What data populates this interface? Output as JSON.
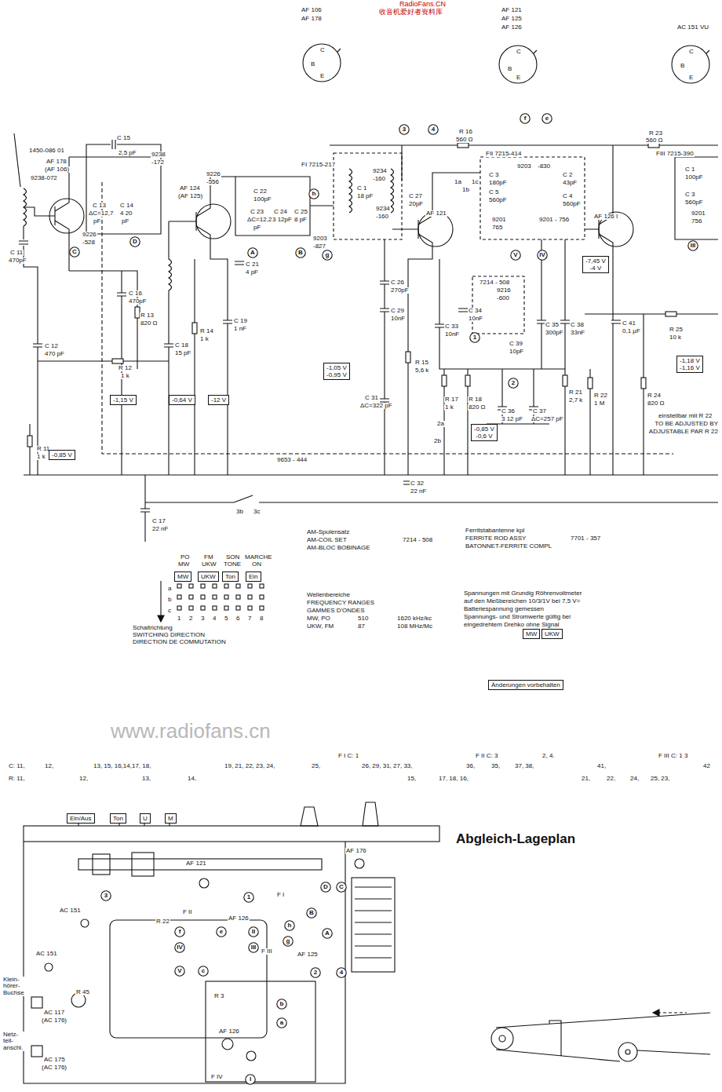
{
  "diagram": {
    "nodes": [
      {
        "text": [
          "C"
        ]
      },
      {
        "text": [
          "D"
        ]
      },
      {
        "text": [
          "A"
        ]
      },
      {
        "text": [
          "B"
        ]
      },
      {
        "text": [
          "h"
        ]
      },
      {
        "text": [
          "g"
        ]
      },
      {
        "text": [
          "3"
        ]
      },
      {
        "text": [
          "4"
        ]
      },
      {
        "text": [
          "f"
        ]
      },
      {
        "text": [
          "e"
        ]
      },
      {
        "text": [
          "V"
        ]
      },
      {
        "text": [
          "IV"
        ]
      },
      {
        "text": [
          "1"
        ]
      },
      {
        "text": [
          "2"
        ]
      },
      {
        "text": [
          "III"
        ]
      },
      {
        "text": [
          "-1,15 V"
        ]
      },
      {
        "text": [
          "-0,64 V"
        ]
      },
      {
        "text": [
          "-12 V"
        ]
      },
      {
        "text": [
          "-0,85 V"
        ]
      },
      {
        "text": [
          "-1,05 V",
          "-0,95 V"
        ]
      },
      {
        "text": [
          "-0,85 V",
          "-0,6 V"
        ]
      },
      {
        "text": [
          "-7,45 V",
          "-4 V"
        ]
      },
      {
        "text": [
          "-1,18 V",
          "-1,16 V"
        ]
      },
      {
        "text": [
          "MW"
        ]
      },
      {
        "text": [
          "UKW"
        ]
      },
      {
        "text": [
          "Ton"
        ]
      },
      {
        "text": [
          "Ein"
        ]
      },
      {
        "text": [
          "MW"
        ]
      },
      {
        "text": [
          "UKW"
        ]
      },
      {
        "text": [
          "Änderungen vorbehalten"
        ]
      },
      {
        "text": [
          "Ein/Aus"
        ]
      },
      {
        "text": [
          "Ton"
        ]
      },
      {
        "text": [
          "U"
        ]
      },
      {
        "text": [
          "M"
        ]
      },
      {
        "text": [
          "3"
        ]
      },
      {
        "text": [
          "D"
        ]
      },
      {
        "text": [
          "C"
        ]
      },
      {
        "text": [
          "1"
        ]
      },
      {
        "text": [
          "h"
        ]
      },
      {
        "text": [
          "g"
        ]
      },
      {
        "text": [
          "B"
        ]
      },
      {
        "text": [
          "A"
        ]
      },
      {
        "text": [
          "2"
        ]
      },
      {
        "text": [
          "4"
        ]
      },
      {
        "text": [
          "f"
        ]
      },
      {
        "text": [
          "e"
        ]
      },
      {
        "text": [
          "IV"
        ]
      },
      {
        "text": [
          "V"
        ]
      },
      {
        "text": [
          "c"
        ]
      },
      {
        "text": [
          "II"
        ]
      },
      {
        "text": [
          "III"
        ]
      },
      {
        "text": [
          "b"
        ]
      },
      {
        "text": [
          "a"
        ]
      },
      {
        "text": [
          "I"
        ]
      }
    ],
    "labels": [
      "收音机爱好者资料库",
      "RadioFans.CN",
      "AF 106",
      "AF 178",
      "AF 121",
      "AF 125",
      "AF 126",
      "AC 151 VU",
      "C",
      "B",
      "E",
      "C",
      "B",
      "E",
      "C",
      "B",
      "E",
      "1450-086 01",
      "AF 178",
      "(AF 106)",
      "9238-072",
      "C 11",
      "470pF",
      "C 15",
      "2,5 pF",
      "9238",
      "-172",
      "C 13",
      "ΔC=12,7",
      "pF",
      "C 14",
      "4 20",
      "pF",
      "9226",
      "-528",
      "C 16",
      "470pF",
      "R 13",
      "820 Ω",
      "C 12",
      "470 pF",
      "R 12",
      "1 k",
      "R 11",
      "1 k",
      "C 17",
      "22 nF",
      "AF 124",
      "(AF 125)",
      "9226",
      "-556",
      "R 14",
      "1 k",
      "C 18",
      "15 pF",
      "C 22",
      "100pF",
      "C 23",
      "ΔC=12,2",
      "pF",
      "C 24",
      "3 12pF",
      "C 25",
      "8 pF",
      "C 21",
      "4 pF",
      "C 19",
      "1 nF",
      "9203",
      "-827",
      "FI 7215-217",
      "C 1",
      "18 pF",
      "9234",
      "-160",
      "9234",
      "-160",
      "C 26",
      "270pF",
      "C 29",
      "10nF",
      "C 27",
      "20pF",
      "R 16",
      "560 Ω",
      "FII 7215-414",
      "9203",
      "-830",
      "C 3",
      "180pF",
      "C 5",
      "560pF",
      "C 2",
      "43pF",
      "C 4",
      "560pF",
      "9201",
      "765",
      "9201 - 756",
      "AF 121",
      "7214 - 508",
      "9216",
      "-600",
      "C 34",
      "10nF",
      "C 33",
      "10nF",
      "C 35",
      "300pF",
      "C 38",
      "33nF",
      "C 39",
      "10pF",
      "R 15",
      "5,6 k",
      "R 17",
      "1 k",
      "R 18",
      "820 Ω",
      "C 36",
      "3 12 pF",
      "C 37",
      "ΔC=257 pF",
      "R 21",
      "2,7 k",
      "R 22",
      "1 M",
      "R 24",
      "820 Ω",
      "C 41",
      "0,1 µF",
      "R 25",
      "10 k",
      "C 31",
      "ΔC=322 pF",
      "C 32",
      "22 nF",
      "einstellbar mit R 22",
      "TO BE ADJUSTED BY",
      "ADJUSTABLE PAR R 22",
      "9653 - 444",
      "3b",
      "3c",
      "2a",
      "2b",
      "AF 126 I",
      "R 23",
      "560 Ω",
      "FIII 7215-390",
      "C 1",
      "100pF",
      "C 3",
      "560pF",
      "9201",
      "756",
      "1a",
      "1b",
      "1c",
      "AM-Spulensatz",
      "AM-COIL SET",
      "AM-BLOC BOBINAGE",
      "7214 - 508",
      "Ferritstabantenne kpl",
      "FERRITE ROD ASSY",
      "BATONNET-FERRITE COMPL",
      "7701 - 357",
      "PO",
      "MW",
      "FM",
      "UKW",
      "SON",
      "TONE",
      "MARCHE",
      "ON",
      "a",
      "b",
      "c",
      "1",
      "2",
      "3",
      "4",
      "5",
      "6",
      "7",
      "8",
      "Schaltrichtung",
      "SWITCHING DIRECTION",
      "DIRECTION DE COMMUTATION",
      "Wellenbereiche",
      "FREQUENCY RANGES",
      "GAMMES D'ONDES",
      "MW, PO",
      "510",
      "1620 kHz/kc",
      "UKW, FM",
      "87",
      "108 MHz/Mc",
      "Spannungen mit Grundig Röhrenvoltmeter",
      "auf den Meßbereichen 10/3/1V bei 7,5 V=",
      "Batteriespannung gemessen",
      "Spannungs- und Stromwerte gültig bei",
      "eingedrehtem Drehko ohne Signal",
      "www.radiofans.cn",
      "C: 11,",
      "12,",
      "13, 15, 16,14,17, 18,",
      "19, 21, 22, 23, 24,",
      "25,",
      "26, 29, 31, 27, 33,",
      "36,",
      "35,",
      "37, 38,",
      "41,",
      "42",
      "F I  C: 1",
      "F II  C: 3",
      "2, 4.",
      "F III  C: 1  3",
      "R: 11,",
      "12,",
      "13,",
      "14,",
      "15,",
      "17, 18, 16,",
      "21,",
      "22,",
      "24,",
      "25, 23,",
      "Abgleich-Lageplan",
      "AF 121",
      "AF 176",
      "AC 151",
      "AC 151",
      "R 45",
      "Klein- hörer- Buchse",
      "AC 117",
      "(AC 176)",
      "Netz- teil- anschl.",
      "AC 175",
      "(AC 176)",
      "R 22",
      "F II",
      "F I",
      "AF 126",
      "AF 125",
      "R 3",
      "AF 126",
      "F IV",
      "F III"
    ]
  }
}
